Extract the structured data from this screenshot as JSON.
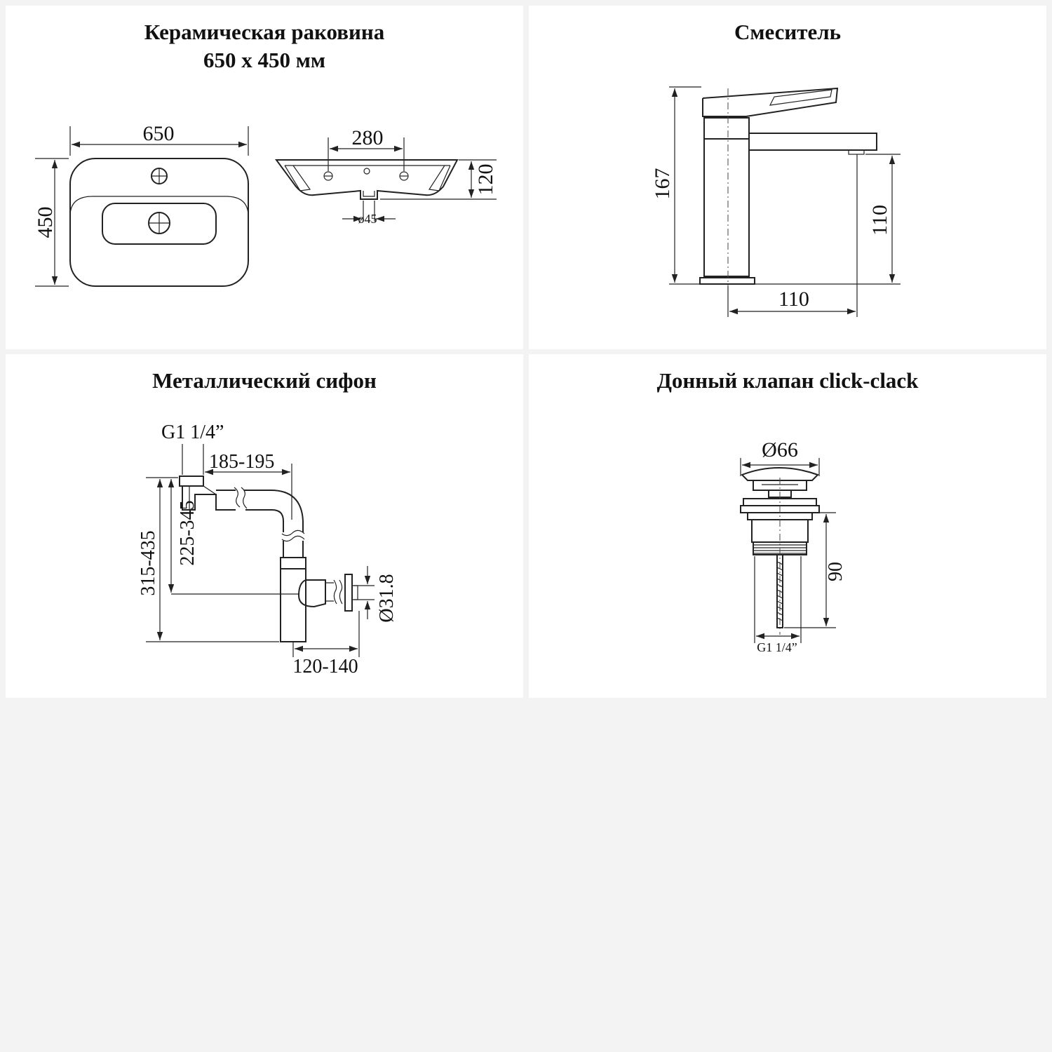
{
  "panels": {
    "sink": {
      "title_line1": "Керамическая раковина",
      "title_line2": "650 x 450 мм",
      "dims": {
        "width": "650",
        "depth": "450",
        "spacing": "280",
        "height": "120",
        "drain": "ø45"
      }
    },
    "faucet": {
      "title": "Смеситель",
      "dims": {
        "height": "167",
        "spout_height": "110",
        "reach": "110"
      }
    },
    "siphon": {
      "title": "Металлический сифон",
      "dims": {
        "thread": "G1 1/4”",
        "offset": "185-195",
        "total_height": "315-435",
        "inlet_height": "225-345",
        "outlet_diameter": "Ø31.8",
        "depth": "120-140"
      }
    },
    "valve": {
      "title": "Донный клапан click-clack",
      "dims": {
        "diameter": "Ø66",
        "height": "90",
        "thread": "G1 1/4”"
      }
    }
  }
}
